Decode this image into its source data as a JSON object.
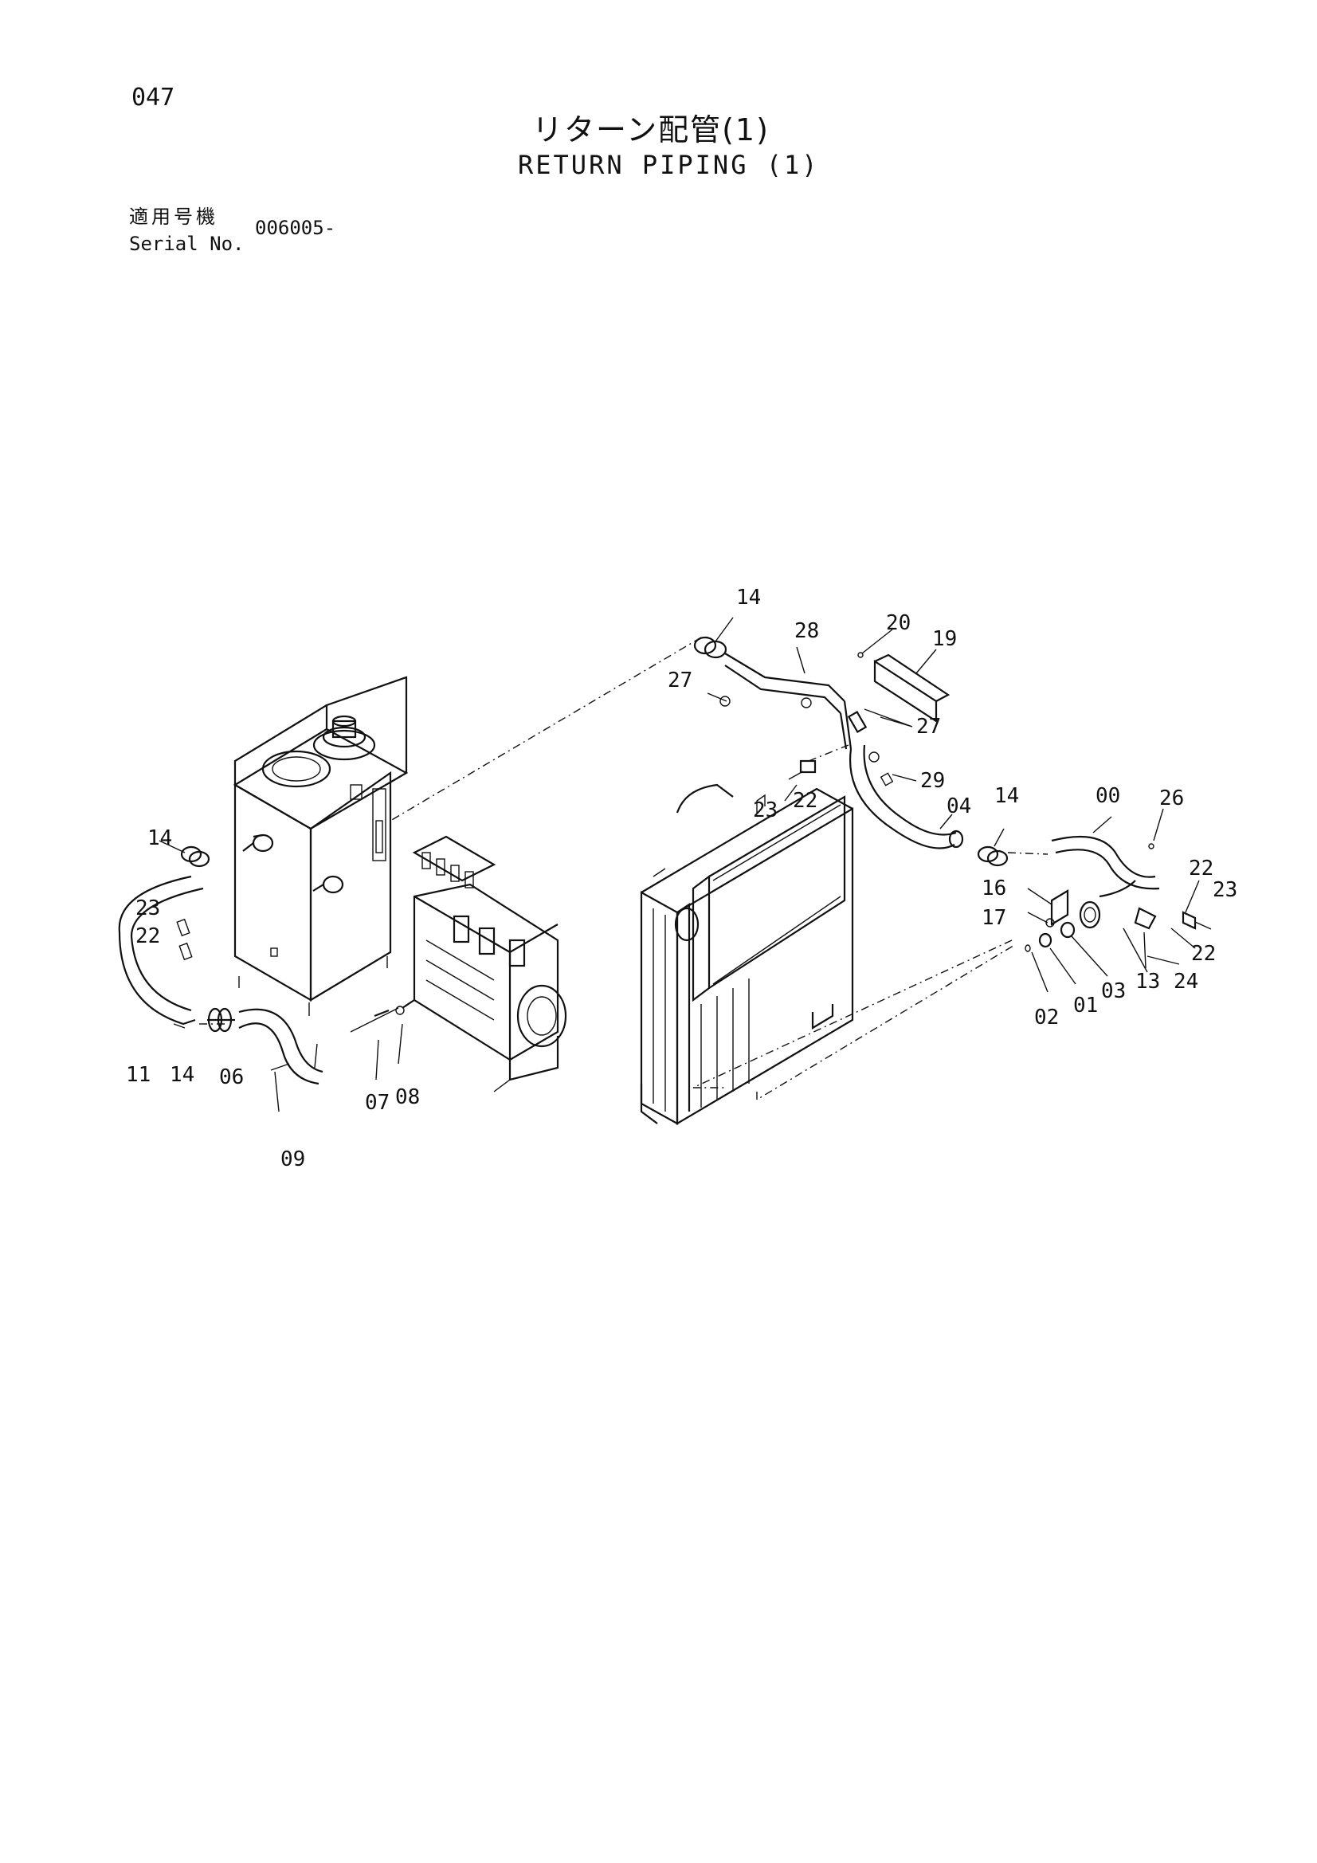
{
  "page": {
    "number": "047",
    "title_jp": "リターン配管(1)",
    "title_en": "RETURN PIPING (1)",
    "serial_label_jp": "適用号機",
    "serial_label_en": "Serial No.",
    "serial_value": "006005-"
  },
  "callouts": {
    "c14a": "14",
    "c28": "28",
    "c20": "20",
    "c19": "19",
    "c27a": "27",
    "c27b": "27",
    "c29": "29",
    "c23a": "23",
    "c22a": "22",
    "c04": "04",
    "c14b": "14",
    "c00": "00",
    "c26": "26",
    "c22b": "22",
    "c23b": "23",
    "c16": "16",
    "c17": "17",
    "c22c": "22",
    "c02": "02",
    "c01": "01",
    "c03": "03",
    "c13": "13",
    "c24": "24",
    "c14c": "14",
    "c23c": "23",
    "c22d": "22",
    "c11": "11",
    "c14d": "14",
    "c06": "06",
    "c07": "07",
    "c08": "08",
    "c09": "09"
  }
}
